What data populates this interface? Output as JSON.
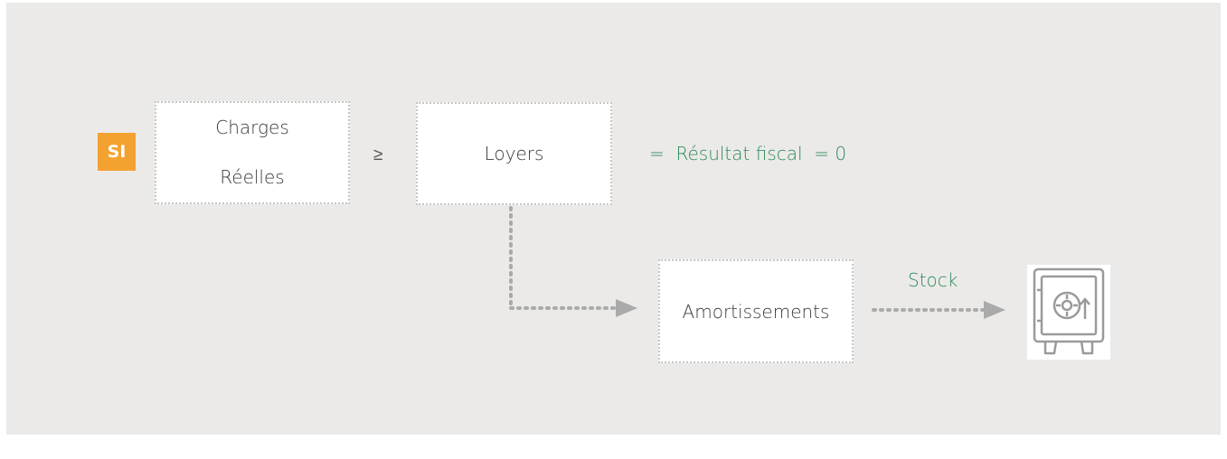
{
  "badge": "SI",
  "boxes": {
    "charges_line1": "Charges",
    "charges_line2": "Réelles",
    "loyers": "Loyers",
    "amortissements": "Amortissements"
  },
  "operator": "≥",
  "result_text": "=  Résultat fiscal  = 0",
  "stock_label": "Stock",
  "colors": {
    "background": "#ebeae8",
    "badge": "#f4a22f",
    "accent_text": "#2d8a5a",
    "connector": "#aaaaaa"
  },
  "icons": [
    "safe-icon"
  ]
}
